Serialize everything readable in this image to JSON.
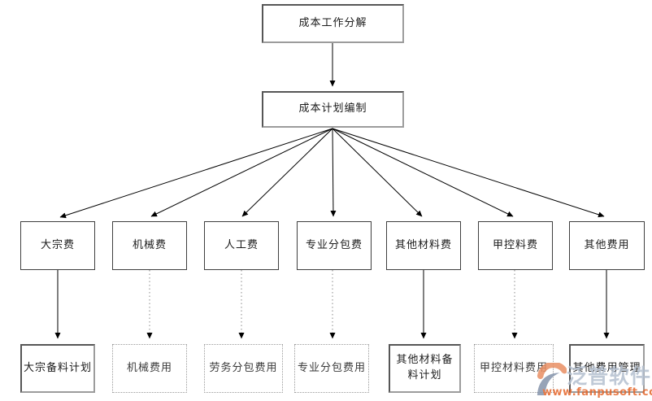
{
  "diagram": {
    "root": {
      "label": "成本工作分解"
    },
    "plan": {
      "label": "成本计划编制"
    },
    "branches": [
      {
        "label": "大宗费",
        "child": "大宗备料计划",
        "child_box": "solid",
        "link": "solid"
      },
      {
        "label": "机械费",
        "child": "机械费用",
        "child_box": "dotted",
        "link": "dotted"
      },
      {
        "label": "人工费",
        "child": "劳务分包费用",
        "child_box": "dotted",
        "link": "dotted"
      },
      {
        "label": "专业分包费",
        "child": "专业分包费用",
        "child_box": "dotted",
        "link": "dotted"
      },
      {
        "label": "其他材料费",
        "child": "其他材料备料计划",
        "child_box": "solid",
        "link": "solid"
      },
      {
        "label": "甲控料费",
        "child": "甲控材料费用",
        "child_box": "dotted",
        "link": "dotted"
      },
      {
        "label": "其他费用",
        "child": "其他费用管理",
        "child_box": "solid",
        "link": "solid"
      }
    ]
  },
  "watermark": {
    "brand": "泛普软件",
    "url": "www.fanpusoft.com",
    "brand_color": "#b4c0d0",
    "url_color": "#e5662a",
    "logo_orange": "#e98f63",
    "logo_blue": "#8493ab"
  }
}
